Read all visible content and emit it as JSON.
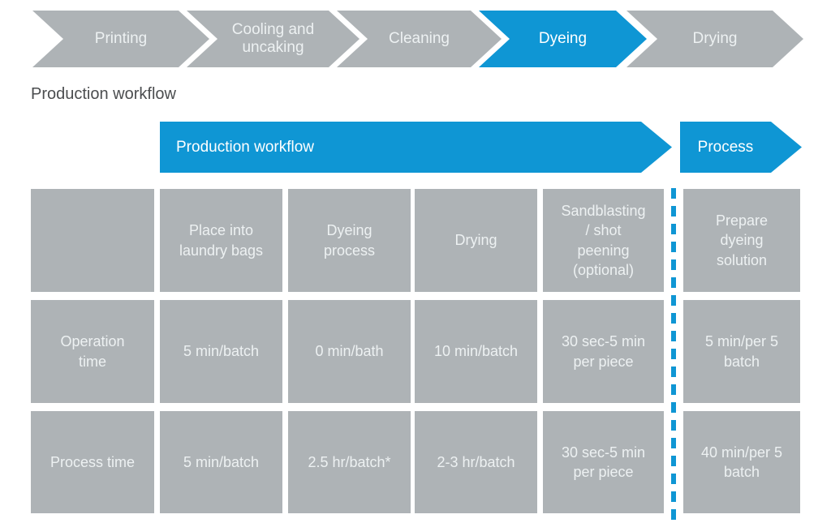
{
  "colors": {
    "accent_blue": "#0f96d4",
    "step_gray": "#aeb3b6",
    "cell_text": "#edf1f2",
    "heading_text": "#4b4d4f"
  },
  "top_steps": {
    "items": [
      {
        "label": "Printing",
        "active": false
      },
      {
        "label": "Cooling and\nuncaking",
        "active": false
      },
      {
        "label": "Cleaning",
        "active": false
      },
      {
        "label": "Dyeing",
        "active": true
      },
      {
        "label": "Drying",
        "active": false
      }
    ]
  },
  "heading": {
    "title": "Production workflow"
  },
  "banner": {
    "workflow_label": "Production workflow",
    "process_label": "Process"
  },
  "table": {
    "columns": [
      "",
      "Place into\nlaundry bags",
      "Dyeing\nprocess",
      "Drying",
      "Sandblasting\n/ shot\npeening\n(optional)",
      "Prepare\ndyeing\nsolution"
    ],
    "rows": [
      {
        "label": "Operation\ntime",
        "values": [
          "5 min/batch",
          "0 min/bath",
          "10 min/batch",
          "30 sec-5 min\nper piece",
          "5 min/per 5\nbatch"
        ]
      },
      {
        "label": "Process time",
        "values": [
          "5 min/batch",
          "2.5 hr/batch*",
          "2-3 hr/batch",
          "30 sec-5 min\nper piece",
          "40 min/per 5\nbatch"
        ]
      }
    ]
  }
}
